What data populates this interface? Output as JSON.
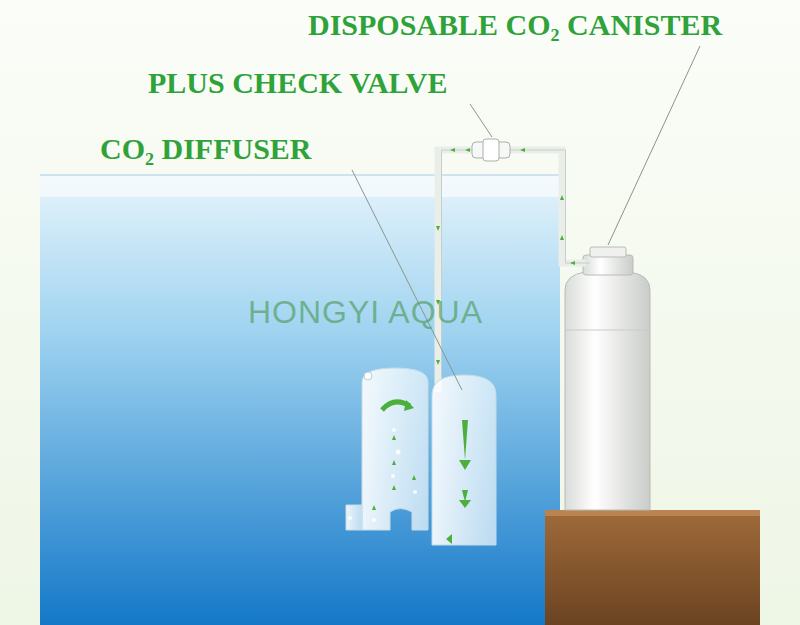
{
  "diagram": {
    "labels": [
      "DISPOSABLE CO₂ CANISTER",
      "PLUS CHECK VALVE",
      "CO₂ DIFFUSER",
      "HONGYI AQUA"
    ]
  }
}
